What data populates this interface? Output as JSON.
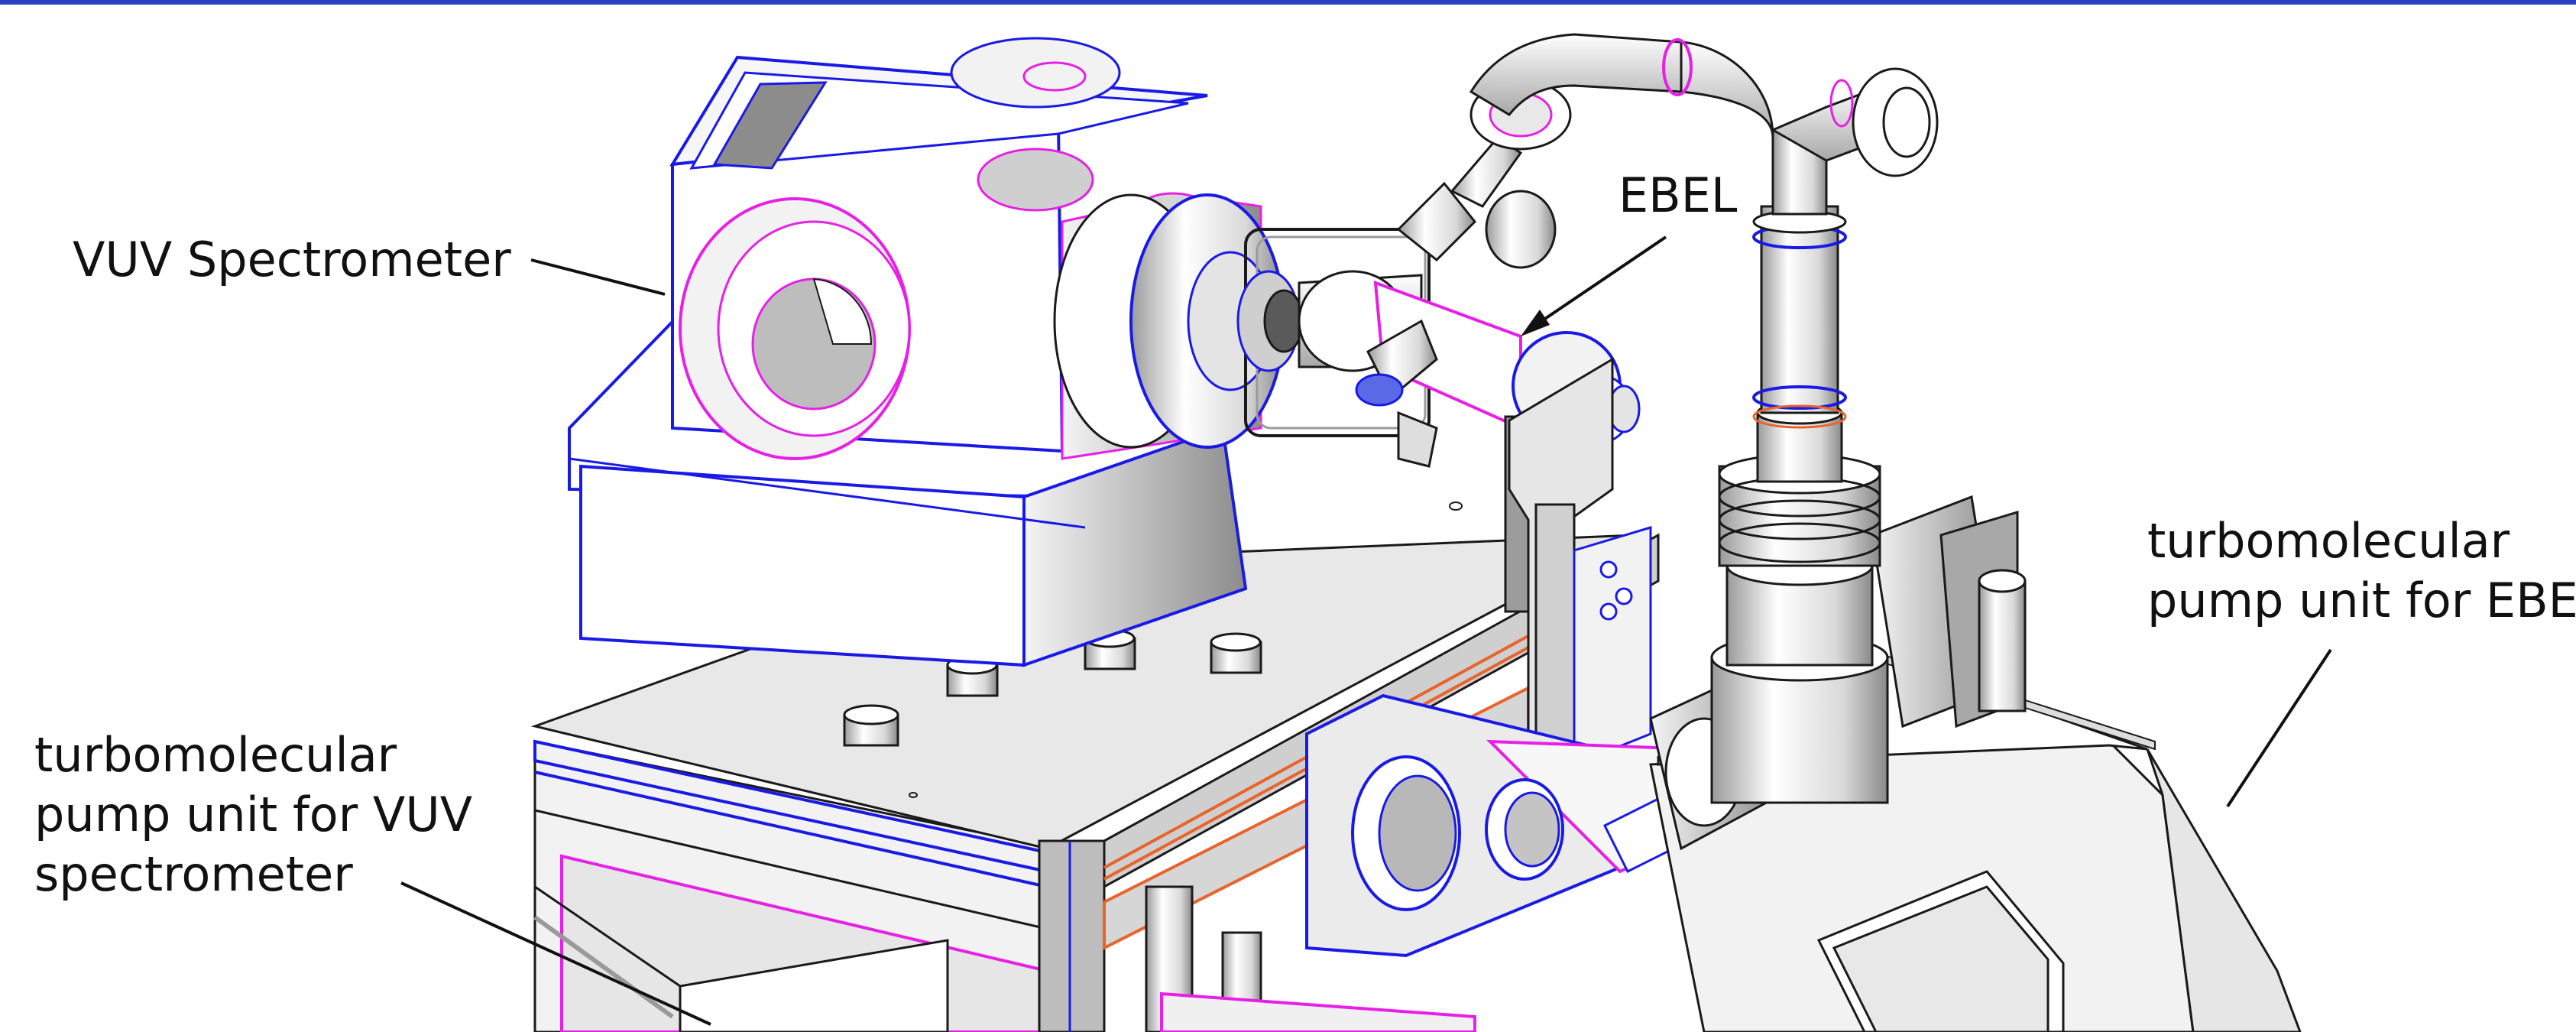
{
  "colors": {
    "frame": "#2b3fc4",
    "blue_edge": "#1a1ae6",
    "magenta_edge": "#e620e6",
    "orange_edge": "#e8642a",
    "dark_edge": "#1a1a1a",
    "shade": "#9a9a9a",
    "light_shade": "#dedede"
  },
  "labels": {
    "vuv_spectrometer": "VUV Spectrometer",
    "ebel": "EBEL",
    "pump_ebel_line1": "turbomolecular",
    "pump_ebel_line2": "pump unit for EBEL",
    "pump_vuv_line1": "turbomolecular",
    "pump_vuv_line2": "pump unit for VUV",
    "pump_vuv_line3": "spectrometer"
  }
}
